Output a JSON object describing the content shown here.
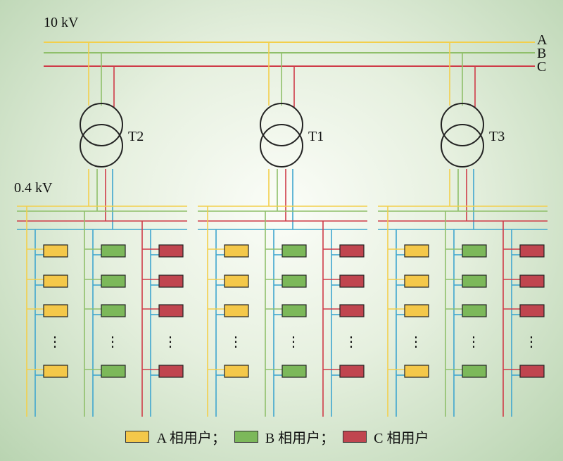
{
  "labels": {
    "hv_voltage": "10 kV",
    "lv_voltage": "0.4 kV",
    "phase_a": "A",
    "phase_b": "B",
    "phase_c": "C",
    "transformers": [
      "T2",
      "T1",
      "T3"
    ],
    "ellipsis": "⋮"
  },
  "legend": [
    {
      "label": "A 相用户",
      "separator": "；",
      "color": "#f4c84a"
    },
    {
      "label": "B 相用户",
      "separator": "；",
      "color": "#7cb85a"
    },
    {
      "label": "C 相用户",
      "separator": "",
      "color": "#c0454f"
    }
  ],
  "colors": {
    "phase_a": "#f3cf4b",
    "phase_b": "#8fbf6a",
    "phase_c": "#cf3b48",
    "neutral": "#3fa6cf",
    "outline": "#222222"
  },
  "groups": [
    {
      "transformer": "T2",
      "visible_rows_per_phase": 4,
      "ellipsis": true
    },
    {
      "transformer": "T1",
      "visible_rows_per_phase": 4,
      "ellipsis": true
    },
    {
      "transformer": "T3",
      "visible_rows_per_phase": 4,
      "ellipsis": true
    }
  ]
}
